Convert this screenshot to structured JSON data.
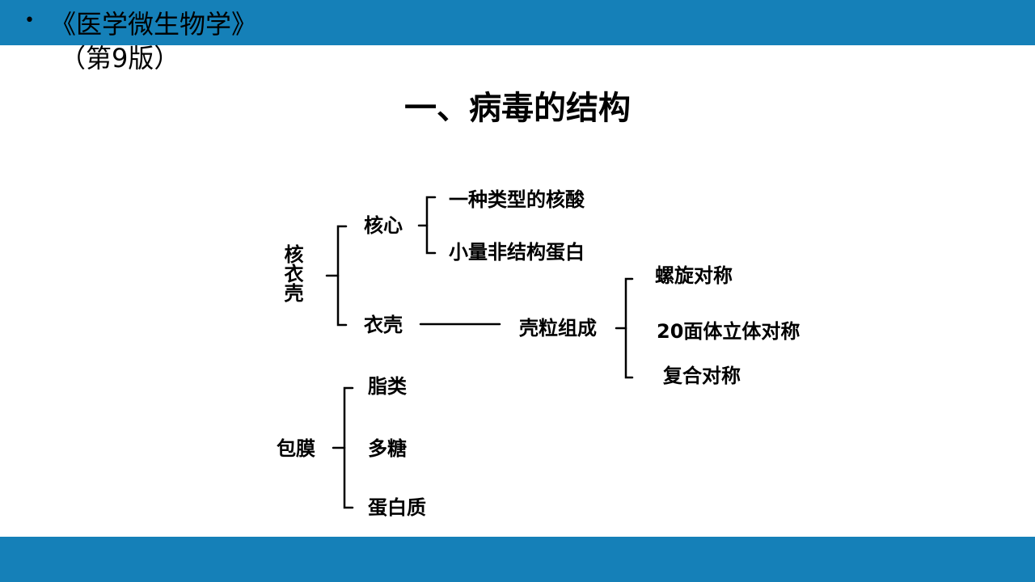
{
  "colors": {
    "bar": "#1580B8",
    "text": "#000000",
    "background": "#ffffff"
  },
  "header": {
    "bullet": "•",
    "book_title": "《医学微生物学》",
    "book_edition": "（第9版）"
  },
  "heading": "一、病毒的结构",
  "diagram": {
    "nucleocapsid": "核衣壳",
    "core": "核心",
    "core_items": [
      "一种类型的核酸",
      "小量非结构蛋白"
    ],
    "capsid": "衣壳",
    "capsomere": "壳粒组成",
    "symmetry_items": [
      "螺旋对称",
      "20面体立体对称",
      "复合对称"
    ],
    "envelope": "包膜",
    "envelope_items": [
      "脂类",
      "多糖",
      "蛋白质"
    ]
  }
}
